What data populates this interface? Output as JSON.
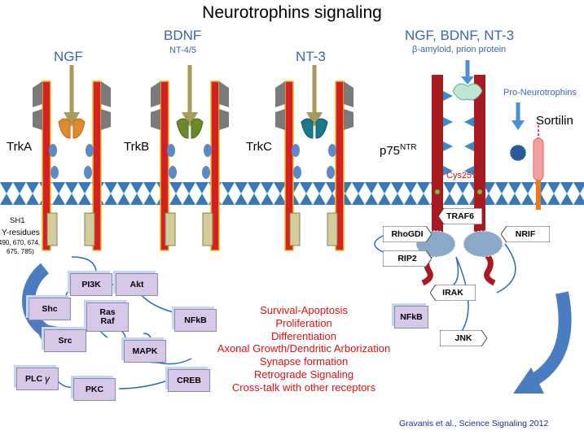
{
  "title": "Neurotrophins signaling",
  "ligands": {
    "ngf": "NGF",
    "bdnf": "BDNF",
    "bdnf_sub": "NT-4/5",
    "nt3": "NT-3",
    "p75_ligands": "NGF, BDNF, NT-3",
    "p75_ligands_sub": "β-amyloid, prion protein",
    "pro_nt": "Pro-Neurotrophins"
  },
  "receptors": {
    "trka": "TrkA",
    "trkb": "TrkB",
    "trkc": "TrkC",
    "p75": "p75",
    "p75_sup": "NTR",
    "sortilin": "Sortilin",
    "cys": "Cys257"
  },
  "trka_notes": {
    "sh1": "SH1",
    "yres": "Y-residues",
    "yres_list1": "490, 670, 674,",
    "yres_list2": "675, 785)"
  },
  "trk_pathway": {
    "shc": "Shc",
    "pi3k": "PI3K",
    "akt": "Akt",
    "nfkb": "NFkB",
    "src": "Src",
    "ras": "Ras",
    "raf": "Raf",
    "mapk": "MAPK",
    "plc": "PLC",
    "plc_gamma": "γ",
    "pkc": "PKC",
    "creb": "CREB"
  },
  "p75_pathway": {
    "traf6": "TRAF6",
    "rhogdi": "RhoGDI",
    "rip2": "RIP2",
    "nrif": "NRIF",
    "irak": "IRAK",
    "nfkb": "NFkB",
    "jnk": "JNK"
  },
  "outcomes": [
    "Survival-Apoptosis",
    "Proliferation",
    "Differentiation",
    "Axonal Growth/Dendritic Arborization",
    "Synapse formation",
    "Retrograde Signaling",
    "Cross-talk  with other receptors"
  ],
  "citation": "Gravanis et al., Science Signaling  2012",
  "colors": {
    "receptor_red": "#d42020",
    "receptor_border": "#e8c020",
    "membrane": "#3a78b8",
    "ligand_arrow": "#a89a5a",
    "text_blue": "#3a66a8",
    "outcome_red": "#e01010",
    "citation_blue": "#1a2c88",
    "box_fill": "#d6c8e6"
  }
}
